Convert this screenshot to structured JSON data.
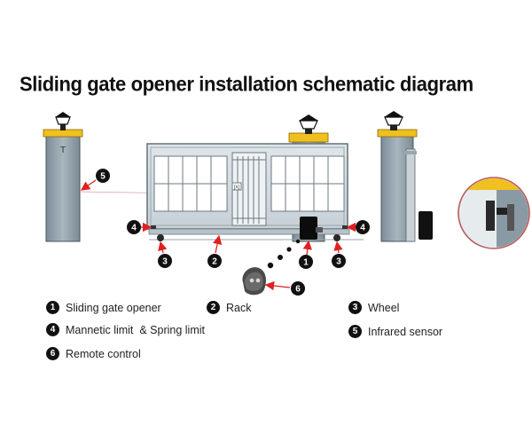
{
  "title": "Sliding gate opener installation schematic diagram",
  "gate_sign": "[X]",
  "callouts": {
    "n1": "1",
    "n2": "2",
    "n3": "3",
    "n4": "4",
    "n5": "5",
    "n6": "6"
  },
  "legend": [
    {
      "num": "1",
      "label": "Sliding gate opener"
    },
    {
      "num": "2",
      "label": "Rack"
    },
    {
      "num": "3",
      "label": "Wheel"
    },
    {
      "num": "4",
      "label": "Mannetic limit  & Spring limit"
    },
    {
      "num": "5",
      "label": "Infrared sensor"
    },
    {
      "num": "6",
      "label": "Remote control"
    }
  ],
  "colors": {
    "accent_red": "#e02020",
    "pillar_cap": "#f0c020",
    "pillar_body": "#8a9aa4",
    "gate_frame": "#d4dde2",
    "callout_fill": "#111111"
  }
}
